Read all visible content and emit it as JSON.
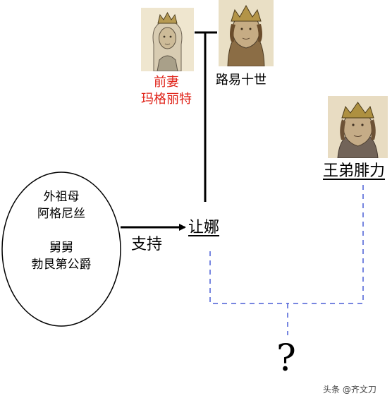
{
  "colors": {
    "line": "#000000",
    "dashed_line": "#4a5fd6",
    "wife_label": "#e0251b",
    "background": "#ffffff"
  },
  "nodes": {
    "former_wife": {
      "line1": "前妻",
      "line2": "玛格丽特",
      "portrait_icon": "queen-portrait-icon"
    },
    "king": {
      "label": "路易十世",
      "portrait_icon": "king-portrait-icon"
    },
    "brother": {
      "label": "王弟腓力",
      "portrait_icon": "prince-portrait-icon"
    },
    "jeanne": {
      "label": "让娜"
    },
    "supporters": {
      "line1": "外祖母",
      "line2": "阿格尼丝",
      "line3": "舅舅",
      "line4": "勃艮第公爵"
    },
    "unknown": {
      "label": "?"
    }
  },
  "edges": {
    "support_label": "支持"
  },
  "watermark": "头条 @齐文刀"
}
